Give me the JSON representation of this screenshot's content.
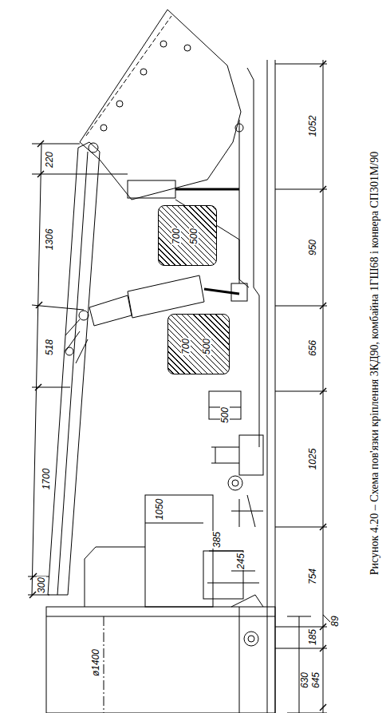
{
  "diagram": {
    "caption": "Рисунок 4.20 – Схема пов'язки кріплення 3КД90, комбайна 1ГШ68 і конвера СП301М/90",
    "nodes": [
      {
        "text": [
          "700",
          "500"
        ]
      },
      {
        "text": [
          "700",
          "500"
        ]
      }
    ],
    "labels": [
      "1052",
      "950",
      "656",
      "1025",
      "754",
      "185",
      "630",
      "645",
      "89",
      "220",
      "1306",
      "518",
      "1700",
      "300",
      "500",
      "1050",
      "385",
      "245",
      "ø1400"
    ]
  }
}
